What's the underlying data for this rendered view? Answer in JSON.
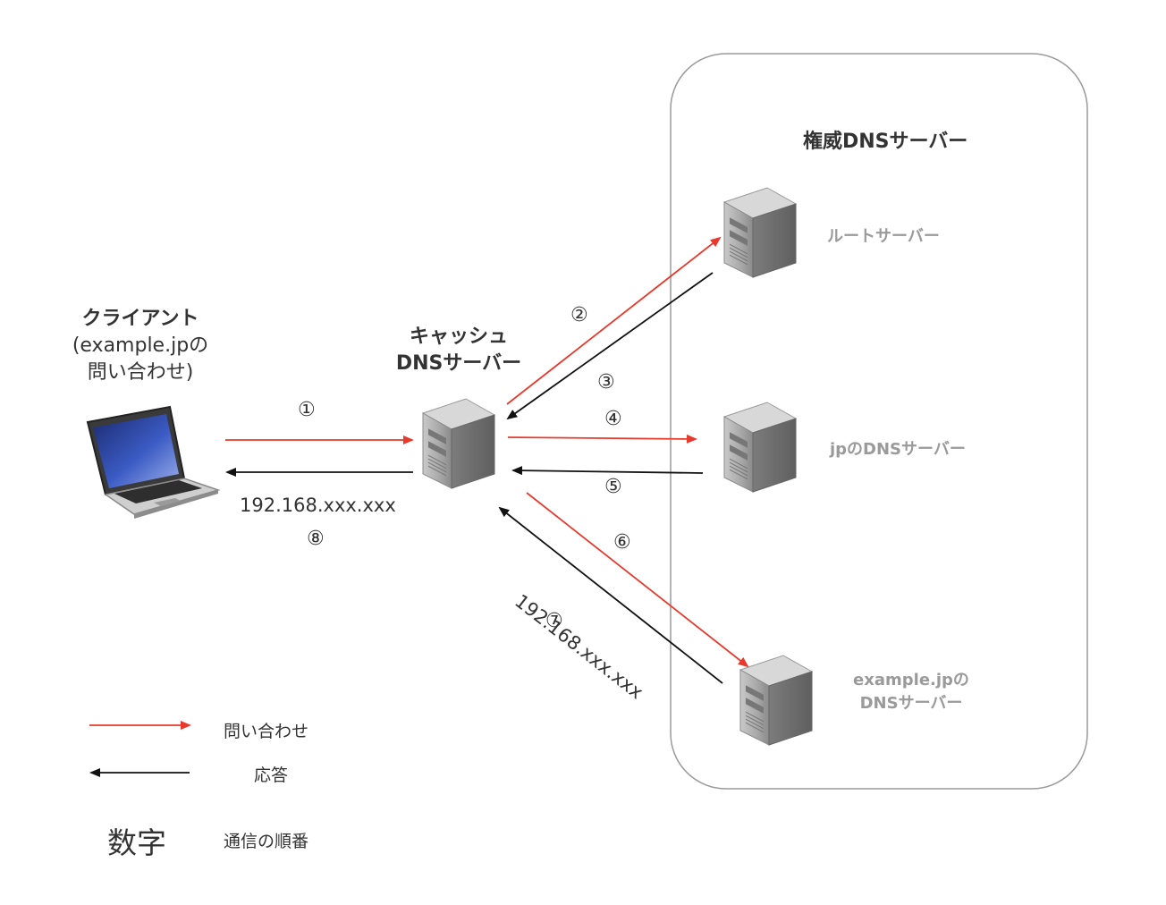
{
  "authoritative": {
    "title": "権威DNSサーバー"
  },
  "servers": {
    "root": {
      "label": "ルートサーバー"
    },
    "jp": {
      "label": "jpのDNSサーバー"
    },
    "example": {
      "label_line1": "example.jpの",
      "label_line2": "DNSサーバー"
    }
  },
  "client": {
    "title": "クライアント",
    "line1": "(example.jpの",
    "line2": "問い合わせ)"
  },
  "cache": {
    "line1": "キャッシュ",
    "line2": "DNSサーバー"
  },
  "steps": {
    "s1": "①",
    "s2": "②",
    "s3": "③",
    "s4": "④",
    "s5": "⑤",
    "s6": "⑥",
    "s7": "⑦",
    "s8": "⑧"
  },
  "ip_bottom": "192.168.xxx.xxx",
  "ip_diagonal": "192.168.xxx.xxx",
  "legend": {
    "query": "問い合わせ",
    "response": "応答",
    "number_symbol": "数字",
    "number_desc": "通信の順番"
  },
  "colors": {
    "query": "#e8392c",
    "response": "#111111",
    "server_gray": "#9a9a9a"
  }
}
